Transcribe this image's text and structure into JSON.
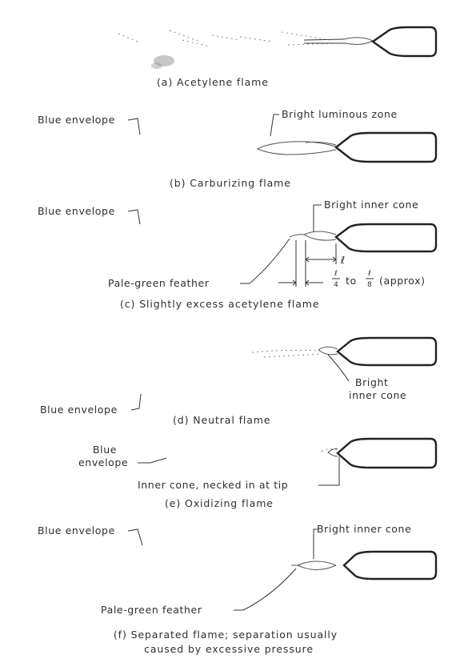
{
  "panels": [
    {
      "caption": "(a) Acetylene flame"
    },
    {
      "caption": "(b) Carburizing flame",
      "labels": {
        "envelope": "Blue envelope",
        "zone": "Bright luminous zone"
      }
    },
    {
      "caption": "(c) Slightly excess acetylene flame",
      "labels": {
        "envelope": "Blue envelope",
        "cone": "Bright inner cone",
        "feather": "Pale-green feather",
        "cone_length": "ℓ",
        "ratio_to": "to",
        "ratio_suffix": "(approx)",
        "frac1_num": "ℓ",
        "frac1_den": "4",
        "frac2_num": "ℓ",
        "frac2_den": "8"
      }
    },
    {
      "caption": "(d) Neutral flame",
      "labels": {
        "envelope": "Blue envelope",
        "cone_line1": "Bright",
        "cone_line2": "inner cone"
      }
    },
    {
      "caption": "(e) Oxidizing flame",
      "labels": {
        "envelope_line1": "Blue",
        "envelope_line2": "envelope",
        "cone": "Inner cone, necked in at tip"
      }
    },
    {
      "caption_line1": "(f) Separated flame; separation usually",
      "caption_line2": "caused by excessive pressure",
      "labels": {
        "envelope": "Blue envelope",
        "cone": "Bright inner cone",
        "feather": "Pale-green feather"
      }
    }
  ]
}
